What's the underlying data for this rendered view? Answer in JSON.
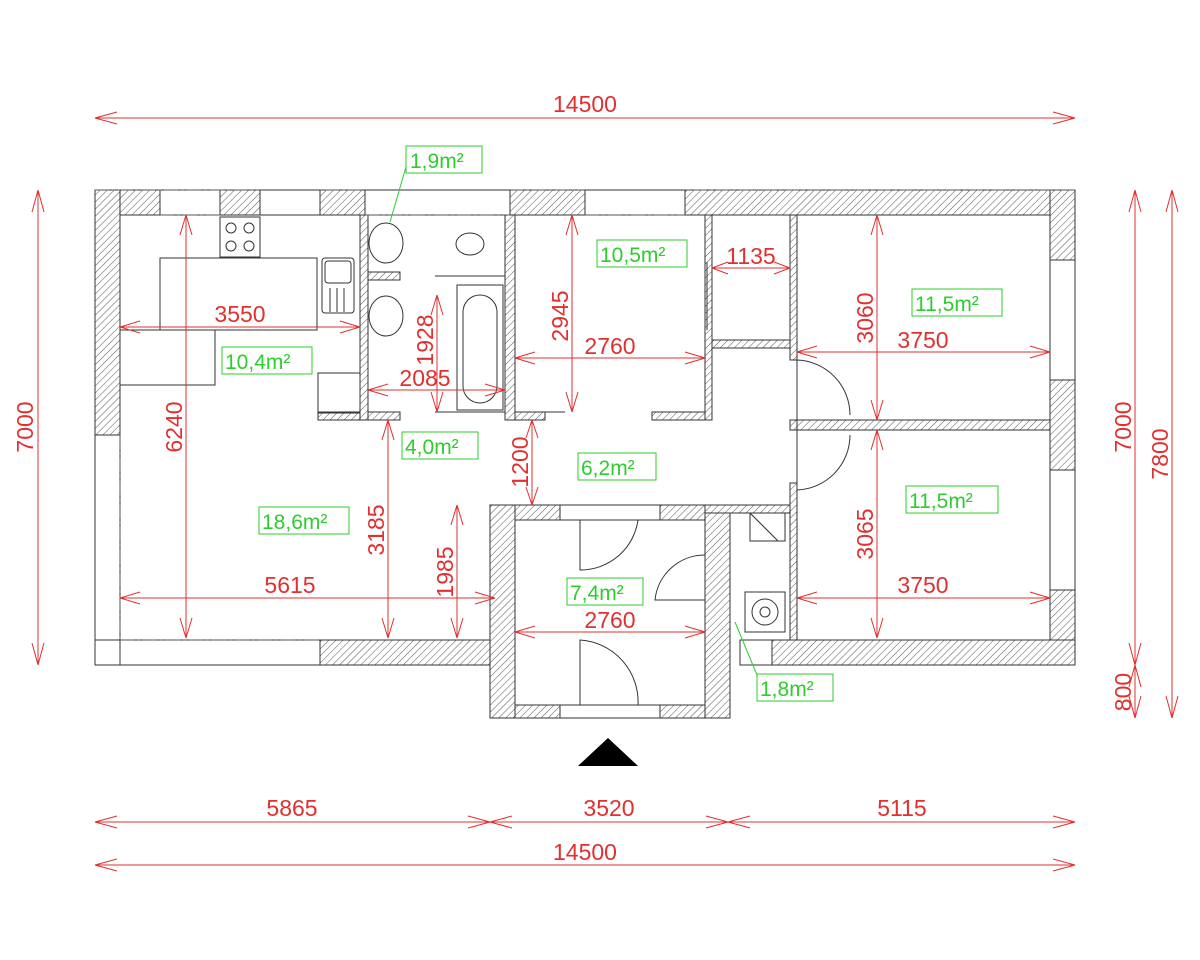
{
  "overall_dimensions": {
    "top_width": "14500",
    "bottom_total": "14500",
    "bottom_segments": [
      "5865",
      "3520",
      "5115"
    ],
    "left_height": "7000",
    "right_height": "7000",
    "right_entrance_depth": "800",
    "right_total": "7800"
  },
  "room_dimensions": {
    "kitchen_width": "3550",
    "living_depth": "6240",
    "bath_width": "2085",
    "bath_height": "1928",
    "room_depth": "2945",
    "room_width": "2760",
    "closet_width": "1135",
    "bedroom1_depth": "3060",
    "bedroom1_width": "3750",
    "bedroom2_depth": "3065",
    "bedroom2_width": "3750",
    "living_width": "5615",
    "living_partial_depth": "3185",
    "living_alcove_depth": "1985",
    "hall_depth": "1200",
    "entrance_width": "2760"
  },
  "areas": {
    "wc": "1,9m²",
    "room": "10,5m²",
    "bedroom1": "11,5m²",
    "kitchen": "10,4m²",
    "bathroom": "4,0m²",
    "hall": "6,2m²",
    "bedroom2": "11,5m²",
    "living": "18,6m²",
    "entrance": "7,4m²",
    "utility": "1,8m²"
  },
  "colors": {
    "dimension": "#e03030",
    "area": "#2ecc2e",
    "wall": "#333333"
  },
  "icons": [
    "entrance-arrow-icon",
    "stove-icon",
    "sink-icon",
    "washbasin-icon",
    "toilet-icon",
    "bathtub-icon",
    "boiler-icon",
    "washing-machine-icon"
  ]
}
